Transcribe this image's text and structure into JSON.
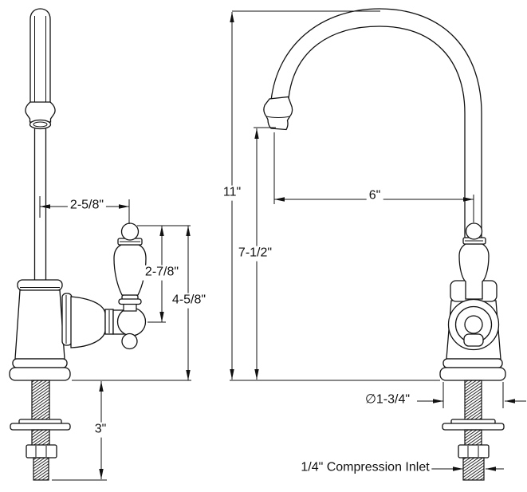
{
  "diagram": {
    "side_view": {
      "labels": {
        "spout_to_handle_offset": "2-5/8\"",
        "handle_length": "2-7/8\"",
        "deck_to_handle_top": "4-5/8\"",
        "shank_length": "3\""
      }
    },
    "front_view": {
      "labels": {
        "overall_height": "11\"",
        "spout_outlet_height": "7-1/2\"",
        "spout_reach": "6\"",
        "base_diameter": "∅1-3/4\"",
        "inlet_note": "1/4\" Compression Inlet"
      }
    }
  }
}
